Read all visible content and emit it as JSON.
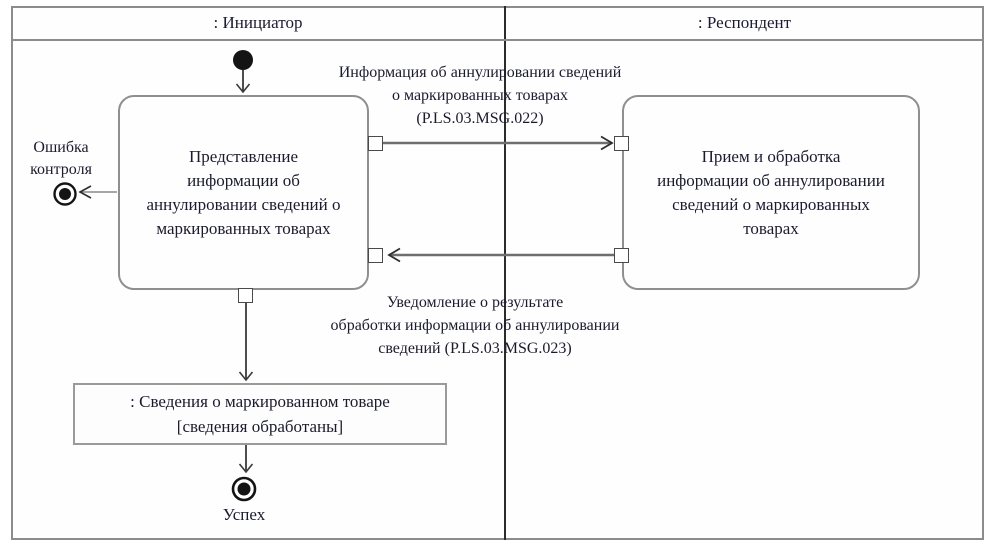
{
  "colors": {
    "ink": "#1b1b2f",
    "frame_gray": "#8c8c8c",
    "divider_black": "#2b2b2b",
    "message_line_gray": "#6e6e6e",
    "node_black": "#141414"
  },
  "lanes": {
    "initiator": ": Инициатор",
    "respondent": ": Респондент"
  },
  "activities": {
    "initiator": "Представление\nинформации об\nаннулировании сведений о\nмаркированных товарах",
    "respondent": "Прием и обработка\nинформации об аннулировании\nсведений о маркированных\nтоварах"
  },
  "messages": {
    "request": "Информация об аннулировании сведений\nо маркированных товарах\n(P.LS.03.MSG.022)",
    "response": "Уведомление о результате\nобработки информации об аннулировании\nсведений (P.LS.03.MSG.023)"
  },
  "object_node": ": Сведения о маркированном товаре\n[сведения обработаны]",
  "labels": {
    "error": "Ошибка\nконтроля",
    "success": "Успех"
  }
}
